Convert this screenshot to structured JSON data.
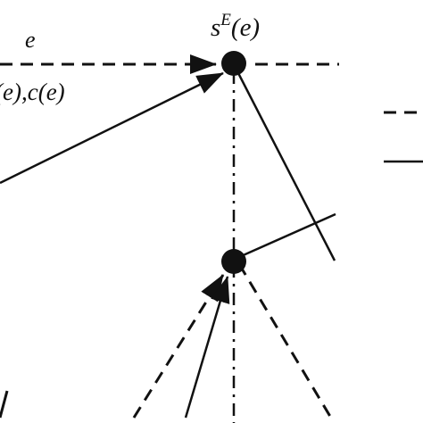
{
  "diagram": {
    "labels": {
      "edge_label": "e",
      "edge_attr_label": "(e),c(e)",
      "node_label_base": "s",
      "node_label_sup": "E",
      "node_label_arg": "(e)"
    },
    "colors": {
      "ink": "#111111",
      "background": "#ffffff"
    }
  }
}
